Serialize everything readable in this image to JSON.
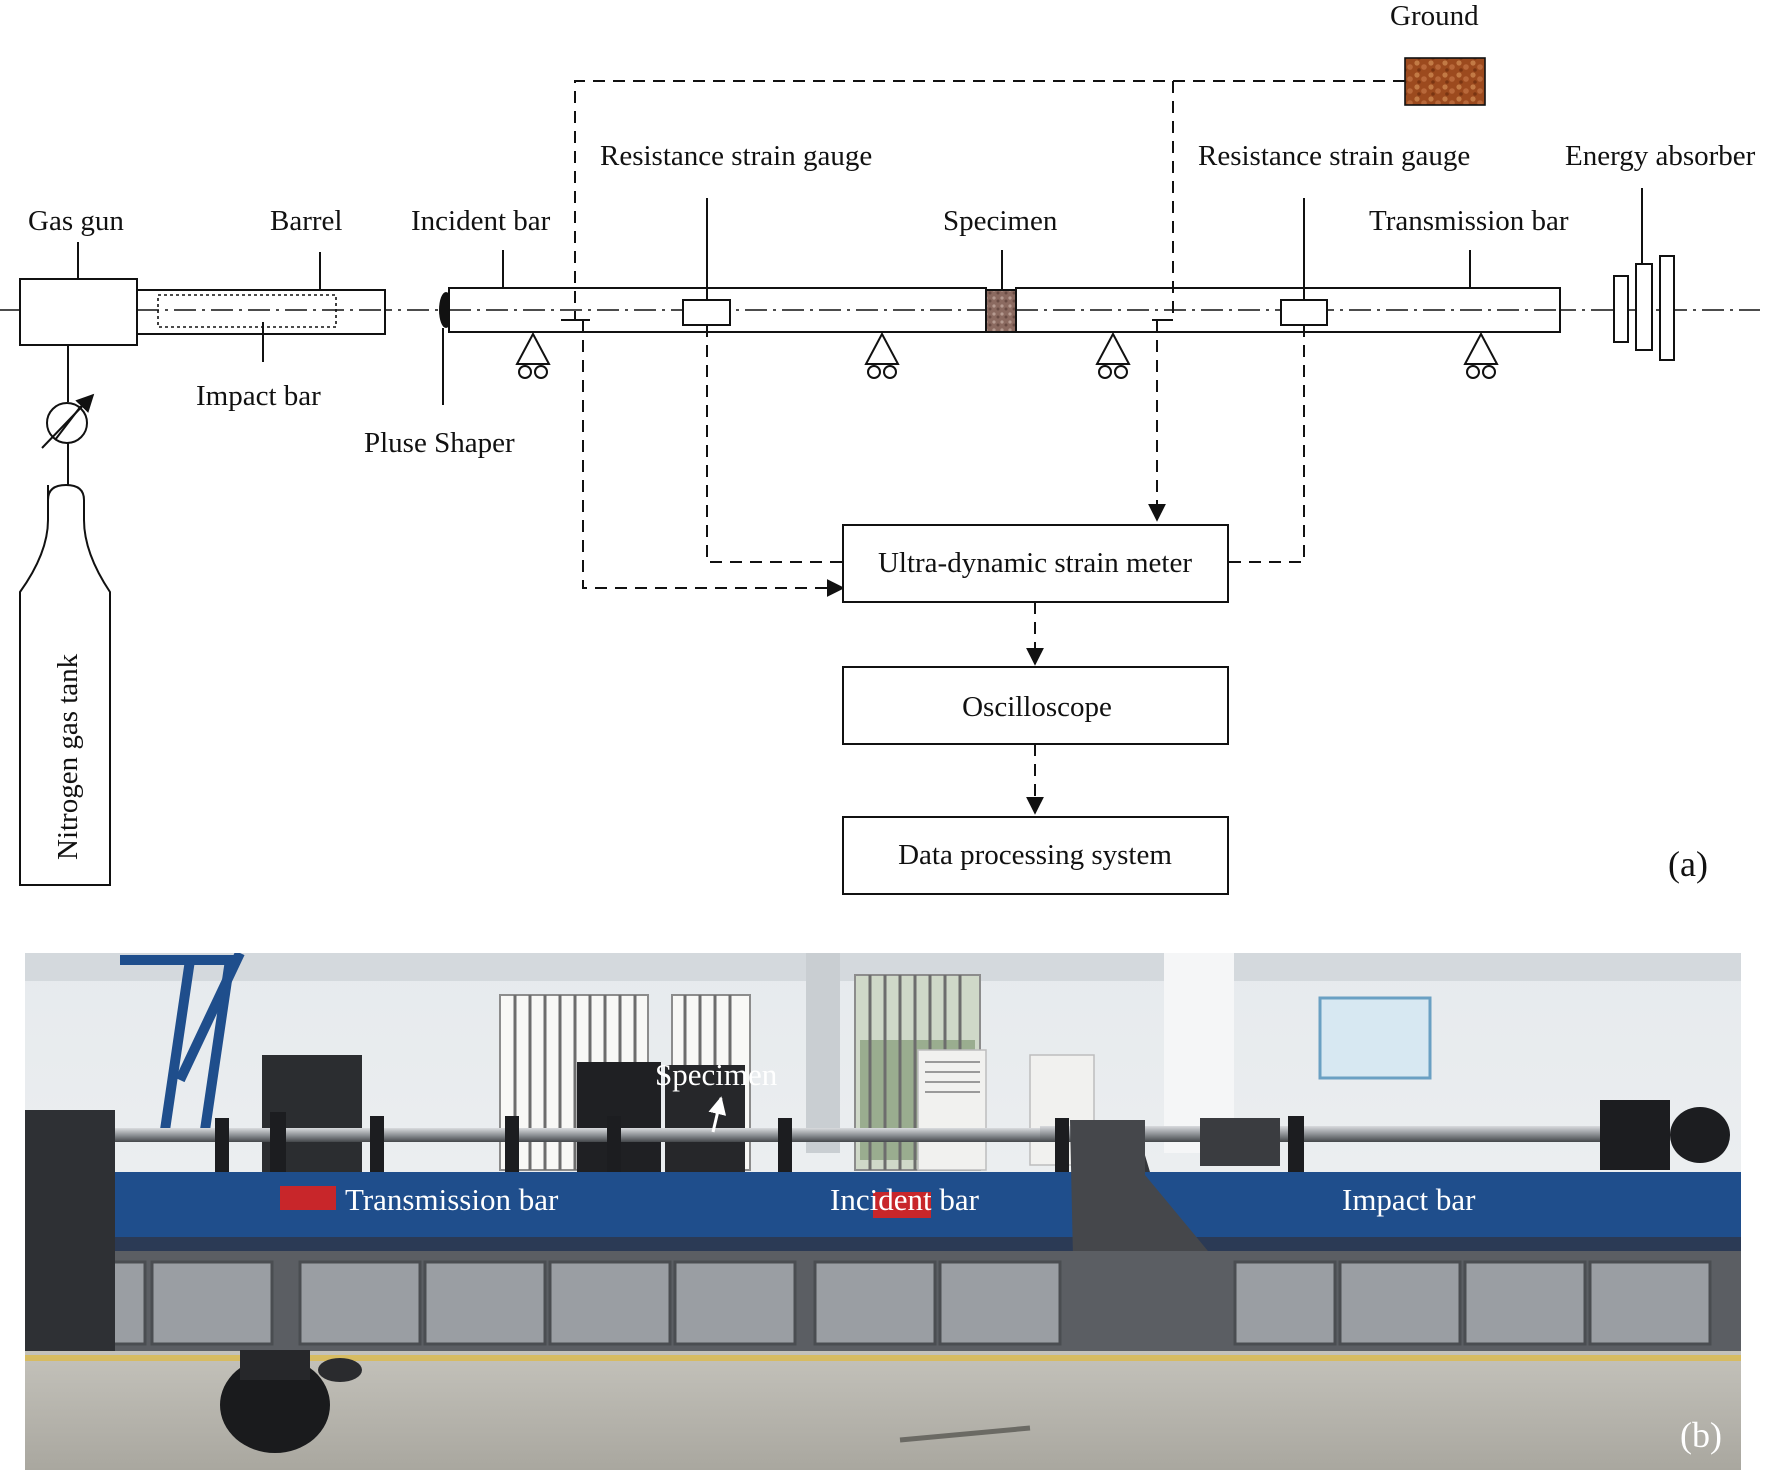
{
  "panel_a": {
    "tag": "(a)",
    "labels": {
      "ground": "Ground",
      "gauge_left": "Resistance strain gauge",
      "gauge_right": "Resistance strain gauge",
      "energy_absorber": "Energy absorber",
      "gas_gun": "Gas gun",
      "barrel": "Barrel",
      "incident_bar": "Incident bar",
      "specimen": "Specimen",
      "transmission_bar": "Transmission bar",
      "impact_bar": "Impact bar",
      "pulse_shaper": "Pluse Shaper",
      "nitrogen_tank": "Nitrogen gas tank"
    },
    "boxes": {
      "strain_meter": "Ultra-dynamic strain meter",
      "oscilloscope": "Oscilloscope",
      "data_processing": "Data processing system"
    }
  },
  "panel_b": {
    "tag": "(b)",
    "labels": {
      "specimen": "Specimen",
      "transmission_bar": "Transmission bar",
      "incident_bar": "Incident bar",
      "impact_bar": "Impact bar"
    }
  },
  "colors": {
    "specimen_fill": "#8b6a60",
    "ground_fill": "#9c4a1e",
    "frame_blue": "#1f4e8c",
    "cabinet_grey": "#7a7e84",
    "floor_grey": "#b9b7b0",
    "wall": "#e9ecee"
  }
}
